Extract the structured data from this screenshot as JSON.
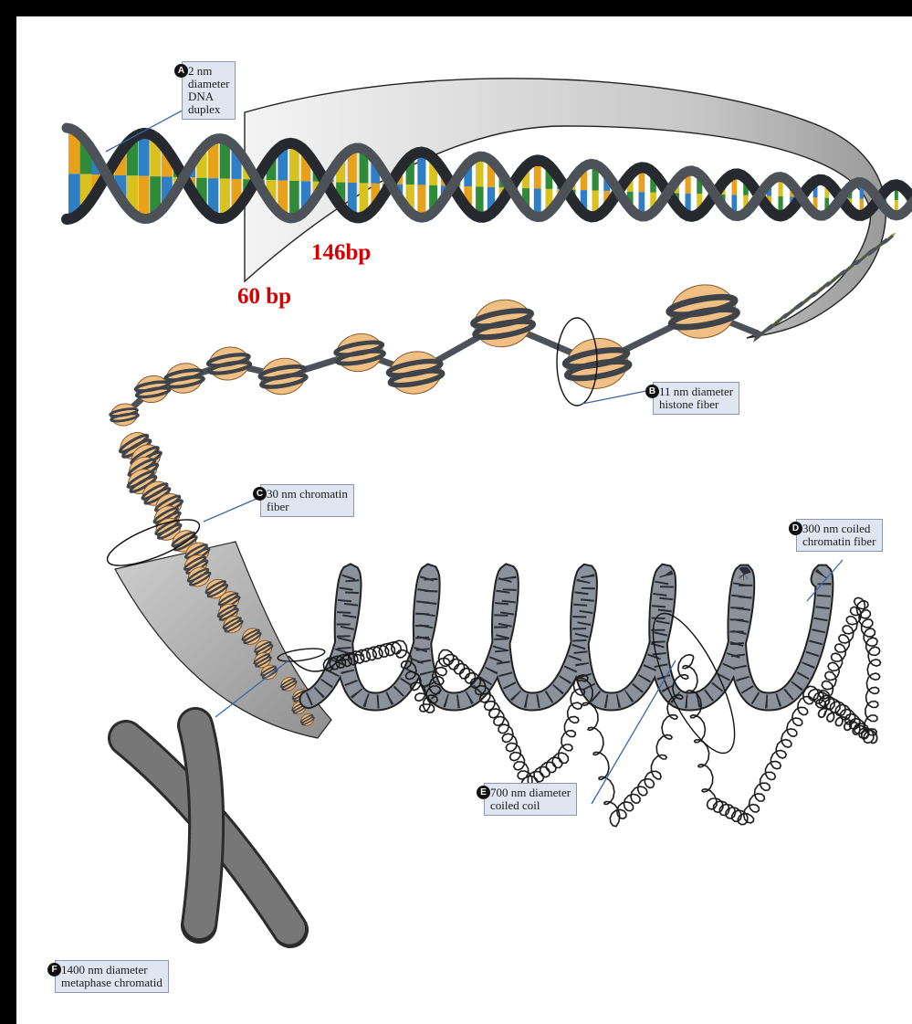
{
  "callouts": {
    "a": {
      "badge": "A",
      "lines": [
        "2 nm",
        "diameter",
        "DNA",
        "duplex"
      ]
    },
    "b": {
      "badge": "B",
      "lines": [
        "11 nm diameter",
        "histone fiber"
      ]
    },
    "c": {
      "badge": "C",
      "lines": [
        "30 nm chromatin",
        "fiber"
      ]
    },
    "d": {
      "badge": "D",
      "lines": [
        "300 nm coiled",
        "chromatin fiber"
      ]
    },
    "e": {
      "badge": "E",
      "lines": [
        "700 nm diameter",
        "coiled coil"
      ]
    },
    "f": {
      "badge": "F",
      "lines": [
        "1400 nm diameter",
        "metaphase chromatid"
      ]
    }
  },
  "annotations": {
    "bp146": "146bp",
    "bp60": "60 bp"
  },
  "colors": {
    "backbone": "#4d5158",
    "nucleosome": "#f0bf84",
    "nucleosome_edge": "#8a5a2a",
    "band": "#3f434a",
    "leader": "#3a67a8",
    "bp_text": "#d40000",
    "base_pairs": [
      "#e8a11a",
      "#2f8a3a",
      "#2f7fc6",
      "#d9c21f"
    ]
  }
}
